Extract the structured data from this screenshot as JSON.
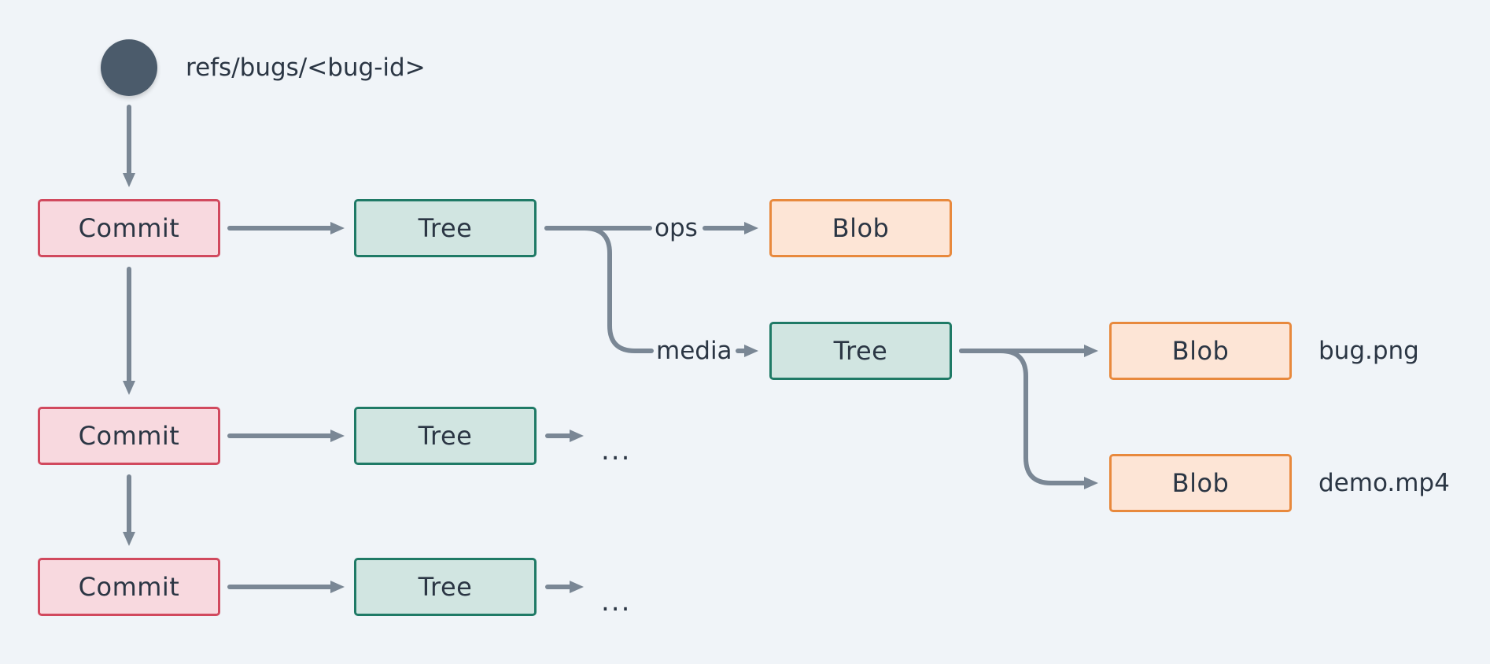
{
  "ref": {
    "label": "refs/bugs/<bug-id>"
  },
  "commits": [
    {
      "label": "Commit"
    },
    {
      "label": "Commit"
    },
    {
      "label": "Commit"
    }
  ],
  "trees": [
    {
      "label": "Tree"
    },
    {
      "label": "Tree"
    },
    {
      "label": "Tree"
    },
    {
      "label": "Tree"
    }
  ],
  "blobs": [
    {
      "label": "Blob"
    },
    {
      "label": "Blob"
    },
    {
      "label": "Blob"
    }
  ],
  "edges": {
    "ops": "ops",
    "media": "media",
    "ellipsis": "..."
  },
  "files": {
    "bug_png": "bug.png",
    "demo_mp4": "demo.mp4"
  },
  "colors": {
    "background": "#f0f4f8",
    "ref": "#4b5b6b",
    "commit_fill": "#f8d9df",
    "commit_border": "#d1495e",
    "tree_fill": "#d1e5e1",
    "tree_border": "#1f7a66",
    "blob_fill": "#fde5d6",
    "blob_border": "#e8893d",
    "arrow": "#7a8795"
  }
}
